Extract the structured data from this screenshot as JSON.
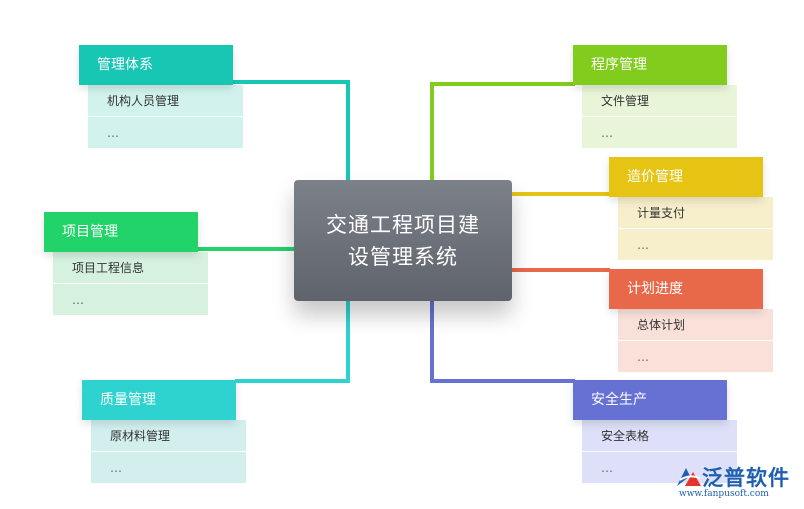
{
  "center": {
    "title": "交通工程项目建设管理系统"
  },
  "colors": {
    "teal": "#18c6b4",
    "green": "#22d36a",
    "cyan": "#2ed3d0",
    "lime": "#82cc1e",
    "yellow": "#e6c414",
    "orange": "#e8694a",
    "indigo": "#6672d3",
    "tint_teal": "#d2f3ed",
    "tint_green": "#d6f2df",
    "tint_cyan": "#d2efee",
    "tint_lime": "#e9f5d8",
    "tint_yellow": "#f7efcb",
    "tint_orange": "#f9e1da",
    "tint_indigo": "#dde0f8"
  },
  "branches": [
    {
      "title": "管理体系",
      "items": [
        "机构人员管理",
        "…"
      ]
    },
    {
      "title": "项目管理",
      "items": [
        "项目工程信息",
        "…"
      ]
    },
    {
      "title": "质量管理",
      "items": [
        "原材料管理",
        "…"
      ]
    },
    {
      "title": "程序管理",
      "items": [
        "文件管理",
        "…"
      ]
    },
    {
      "title": "造价管理",
      "items": [
        "计量支付",
        "…"
      ]
    },
    {
      "title": "计划进度",
      "items": [
        "总体计划",
        "…"
      ]
    },
    {
      "title": "安全生产",
      "items": [
        "安全表格",
        "…"
      ]
    }
  ],
  "logo": {
    "name": "泛普软件",
    "url": "www.fanpusoft.com",
    "icon": "fanpu-logo-icon"
  }
}
